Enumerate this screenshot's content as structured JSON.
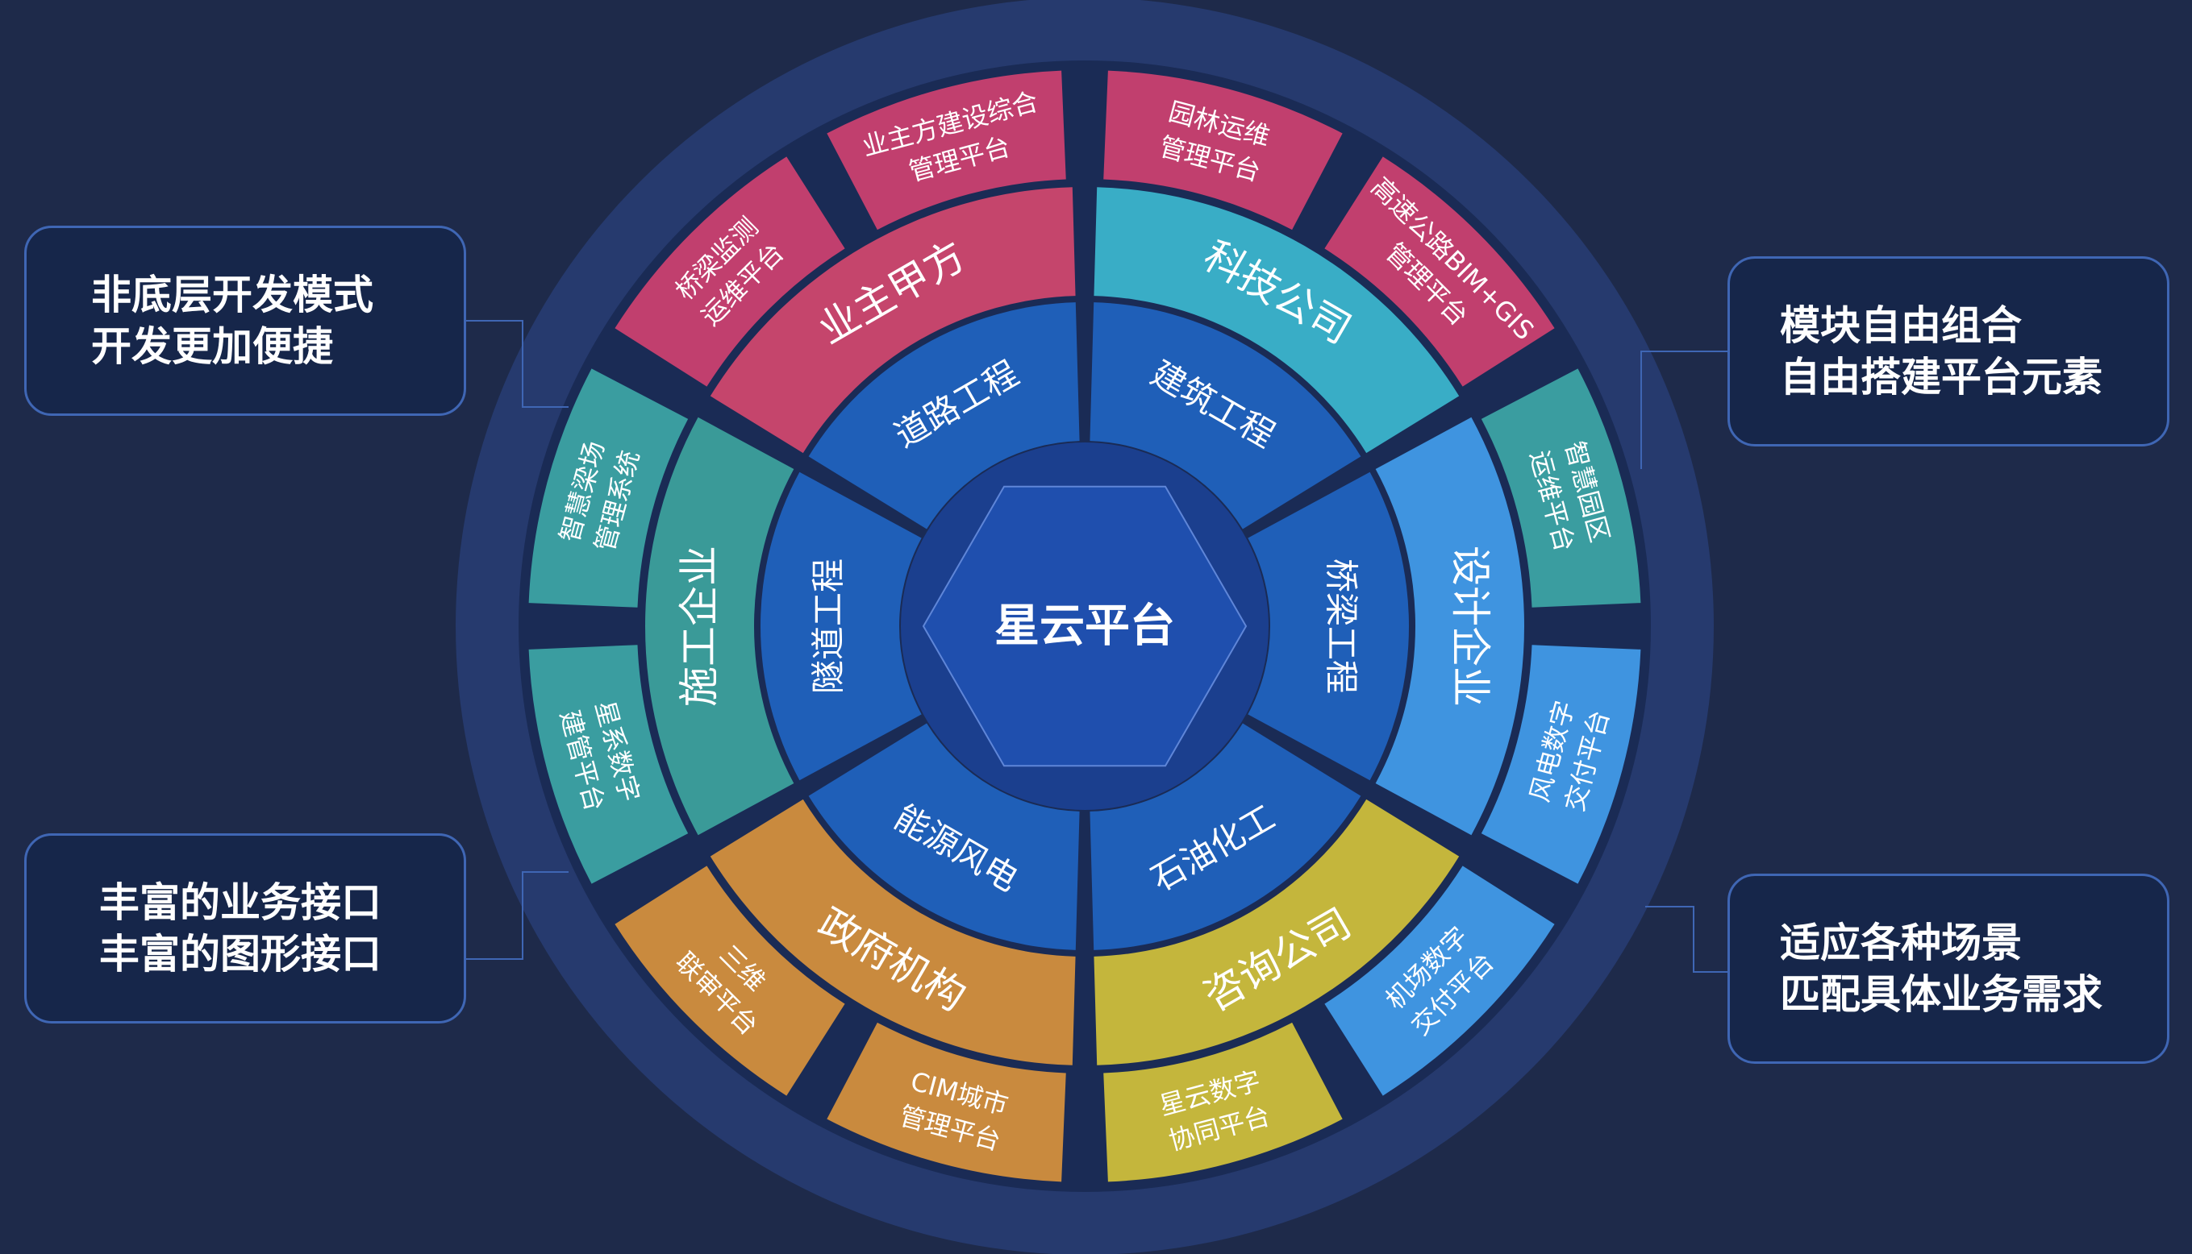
{
  "center": {
    "label": "星云平台"
  },
  "colors": {
    "background": "#1e2a4a",
    "outer_disc": "#263a6e",
    "inner_disc": "#1a2b55",
    "hexagon": "#1f4fae",
    "inner_ring": "#1f5fb8",
    "middle_ring": [
      "#c5456c",
      "#39adc6",
      "#3f94e0",
      "#c4b63c",
      "#c98a3e",
      "#3a9a98"
    ],
    "outer_ring": [
      "#c13f6e",
      "#c13f6e",
      "#3a9da0",
      "#3a9da0",
      "#c98a3e",
      "#c98a3e",
      "#c4b63c",
      "#3f94e0",
      "#3f94e0",
      "#3a9da0",
      "#c13f6e",
      "#c13f6e"
    ],
    "box_border": "#3f66b4",
    "box_fill": "#16264a"
  },
  "inner_ring": {
    "labels": [
      "道路工程",
      "建筑工程",
      "桥梁工程",
      "石油化工",
      "能源风电",
      "隧道工程"
    ]
  },
  "middle_ring": {
    "labels": [
      "业主甲方",
      "科技公司",
      "设计企业",
      "咨询公司",
      "政府机构",
      "施工企业"
    ]
  },
  "outer_ring": {
    "items": [
      {
        "lines": [
          "桥梁监测",
          "运维平台"
        ]
      },
      {
        "lines": [
          "业主方建设综合",
          "管理平台"
        ]
      },
      {
        "lines": [
          "智慧梁场",
          "管理系统"
        ]
      },
      {
        "lines": [
          "星系数字",
          "建管平台"
        ]
      },
      {
        "lines": [
          "三维",
          "联审平台"
        ]
      },
      {
        "lines": [
          "CIM城市",
          "管理平台"
        ]
      },
      {
        "lines": [
          "星云数字",
          "协同平台"
        ]
      },
      {
        "lines": [
          "机场数字",
          "交付平台"
        ]
      },
      {
        "lines": [
          "风电数字",
          "交付平台"
        ]
      },
      {
        "lines": [
          "智慧园区",
          "运维平台"
        ]
      },
      {
        "lines": [
          "高速公路BIM+GIS",
          "管理平台"
        ]
      },
      {
        "lines": [
          "园林运维",
          "管理平台"
        ]
      }
    ]
  },
  "feature_boxes": {
    "top_left": {
      "line1": "非底层开发模式",
      "line2": "开发更加便捷"
    },
    "bottom_left": {
      "line1": "丰富的业务接口",
      "line2": "丰富的图形接口"
    },
    "top_right": {
      "line1": "模块自由组合",
      "line2": "自由搭建平台元素"
    },
    "bottom_right": {
      "line1": "适应各种场景",
      "line2": "匹配具体业务需求"
    }
  }
}
